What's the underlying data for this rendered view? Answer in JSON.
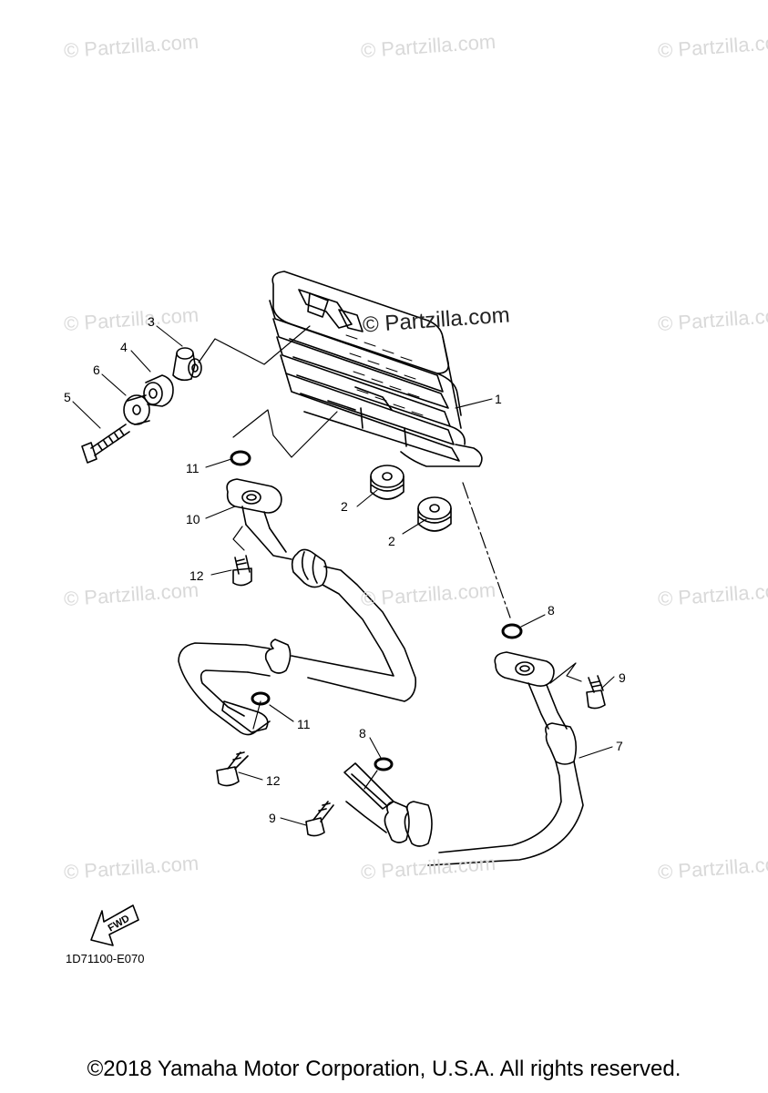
{
  "watermarks": {
    "text": "© Partzilla.com",
    "center_text": "© Partzilla.com"
  },
  "callouts": {
    "c1": "1",
    "c2a": "2",
    "c2b": "2",
    "c3": "3",
    "c4": "4",
    "c5": "5",
    "c6": "6",
    "c7": "7",
    "c8a": "8",
    "c8b": "8",
    "c9a": "9",
    "c9b": "9",
    "c10": "10",
    "c11a": "11",
    "c11b": "11",
    "c12a": "12",
    "c12b": "12"
  },
  "fwd_label": "FWD",
  "diagram_code": "1D71100-E070",
  "copyright": "©2018 Yamaha Motor Corporation, U.S.A. All rights reserved."
}
